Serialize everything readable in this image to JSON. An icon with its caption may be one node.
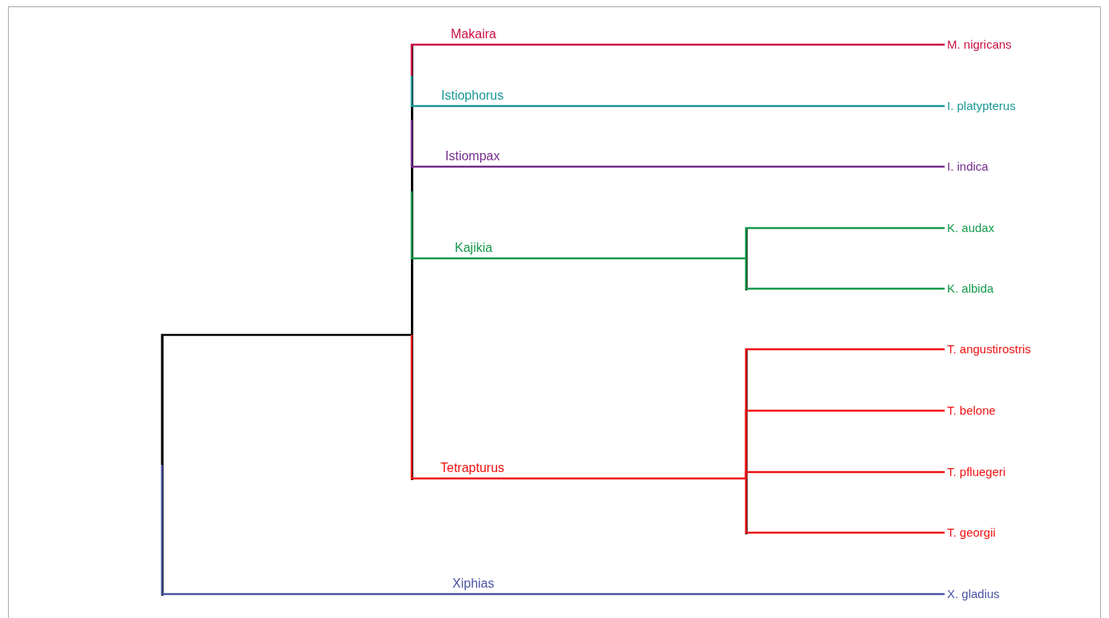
{
  "diagram": {
    "nodes": [
      {
        "text": [],
        "shape": "bar"
      },
      {
        "text": [],
        "shape": "bar"
      },
      {
        "text": [
          "M. nigricans"
        ]
      },
      {
        "text": [
          "I. platypterus"
        ]
      },
      {
        "text": [
          "I. indica"
        ]
      },
      {
        "text": [],
        "shape": "bar"
      },
      {
        "text": [
          "K. audax"
        ]
      },
      {
        "text": [
          "K. albida"
        ]
      },
      {
        "text": [],
        "shape": "bar"
      },
      {
        "text": [
          "T. angustirostris"
        ]
      },
      {
        "text": [
          "T. belone"
        ]
      },
      {
        "text": [
          "T. pfluegeri"
        ]
      },
      {
        "text": [
          "T. georgii"
        ]
      },
      {
        "text": [
          "X. gladius"
        ]
      }
    ],
    "edges": [
      {
        "from": 0,
        "to": 1,
        "arrow": "none",
        "color": "#000000"
      },
      {
        "from": 0,
        "to": 13,
        "arrow": "none",
        "label": "Xiphias",
        "color": "#4a55a2"
      },
      {
        "from": 1,
        "to": 2,
        "arrow": "none",
        "label": "Makaira",
        "color": "#cc1040"
      },
      {
        "from": 1,
        "to": 3,
        "arrow": "none",
        "label": "Istiophorus",
        "color": "#1a9696"
      },
      {
        "from": 1,
        "to": 4,
        "arrow": "none",
        "label": "Istiompax",
        "color": "#742c8c"
      },
      {
        "from": 1,
        "to": 5,
        "arrow": "none",
        "label": "Kajikia",
        "color": "#169a4c"
      },
      {
        "from": 5,
        "to": 6,
        "arrow": "none",
        "color": "#169a4c"
      },
      {
        "from": 5,
        "to": 7,
        "arrow": "none",
        "color": "#169a4c"
      },
      {
        "from": 1,
        "to": 8,
        "arrow": "none",
        "label": "Tetrapturus",
        "color": "#f01010"
      },
      {
        "from": 8,
        "to": 9,
        "arrow": "none",
        "color": "#f01010"
      },
      {
        "from": 8,
        "to": 10,
        "arrow": "none",
        "color": "#f01010"
      },
      {
        "from": 8,
        "to": 11,
        "arrow": "none",
        "color": "#f01010"
      },
      {
        "from": 8,
        "to": 12,
        "arrow": "none",
        "color": "#f01010"
      }
    ]
  }
}
